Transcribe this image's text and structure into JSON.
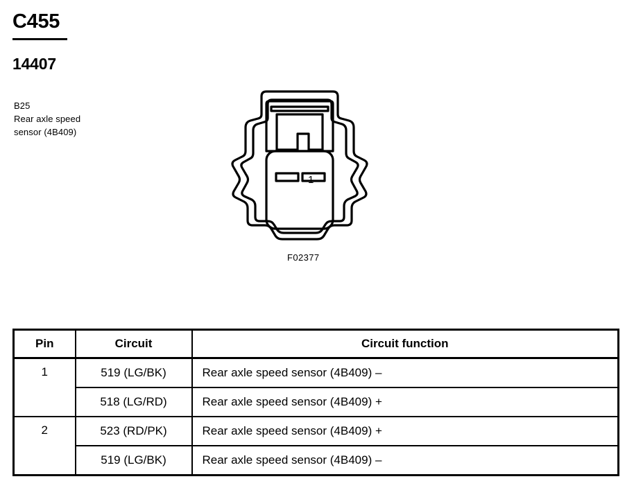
{
  "header": {
    "connector_id": "C455",
    "part_number": "14407"
  },
  "description": {
    "line1": "B25",
    "line2": "Rear axle speed",
    "line3": "sensor (4B409)"
  },
  "illustration": {
    "figure_code": "F02377",
    "pin_label": "1",
    "cavity_count": 2,
    "stroke_color": "#000000"
  },
  "table": {
    "columns": [
      "Pin",
      "Circuit",
      "Circuit function"
    ],
    "rows": [
      {
        "pin": "1",
        "pin_rowspan": 2,
        "circuit": "519 (LG/BK)",
        "function": "Rear axle speed sensor (4B409) –"
      },
      {
        "pin": "",
        "pin_rowspan": 0,
        "circuit": "518 (LG/RD)",
        "function": "Rear axle speed sensor (4B409) +"
      },
      {
        "pin": "2",
        "pin_rowspan": 2,
        "circuit": "523 (RD/PK)",
        "function": "Rear axle speed sensor (4B409) +"
      },
      {
        "pin": "",
        "pin_rowspan": 0,
        "circuit": "519 (LG/BK)",
        "function": "Rear axle speed sensor (4B409) –"
      }
    ]
  }
}
